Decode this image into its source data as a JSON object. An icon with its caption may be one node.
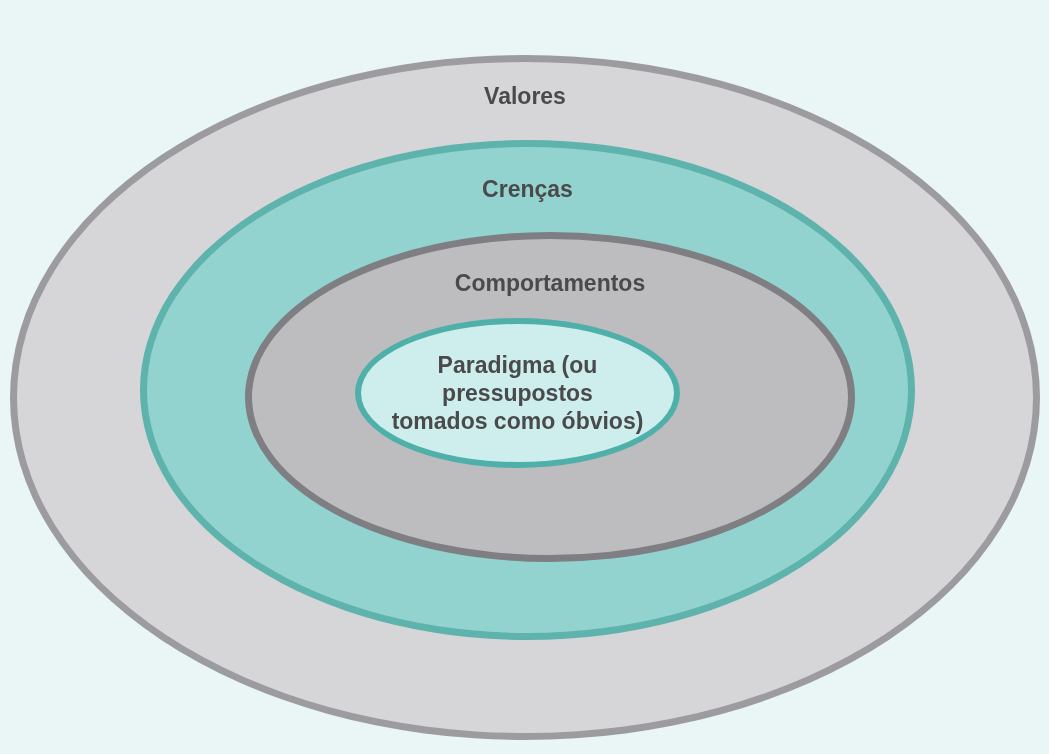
{
  "diagram": {
    "nodes": [
      {
        "text": [
          "Valores"
        ]
      },
      {
        "text": [
          "Crenças"
        ],
        "in": 0
      },
      {
        "text": [
          "Comportamentos"
        ],
        "in": 1
      },
      {
        "text": [
          "Paradigma (ou pressupostos tomados como óbvios)"
        ],
        "in": 2
      }
    ]
  }
}
